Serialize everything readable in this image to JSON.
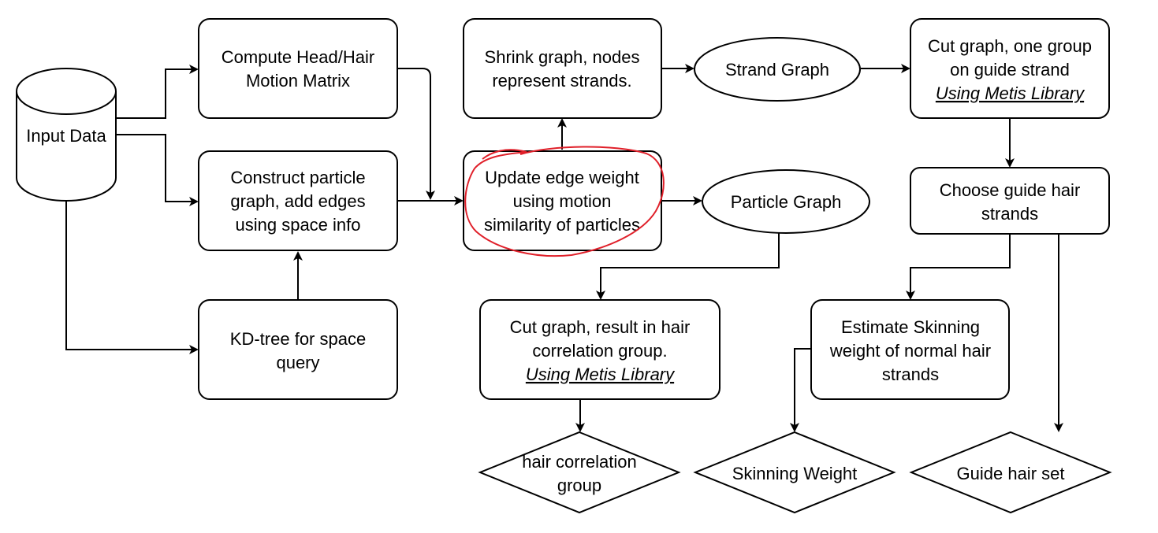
{
  "nodes": {
    "input_data": {
      "lines": [
        "Input Data"
      ]
    },
    "compute_motion": {
      "lines": [
        "Compute Head/Hair",
        "Motion Matrix"
      ]
    },
    "construct_graph": {
      "lines": [
        "Construct particle",
        "graph, add edges",
        "using space info"
      ]
    },
    "kd_tree": {
      "lines": [
        "KD-tree for space",
        "query"
      ]
    },
    "shrink_graph": {
      "lines": [
        "Shrink graph, nodes",
        "represent strands."
      ]
    },
    "update_weight": {
      "lines": [
        "Update edge weight",
        "using motion",
        "similarity of particles"
      ]
    },
    "strand_graph": {
      "lines": [
        "Strand Graph"
      ]
    },
    "particle_graph": {
      "lines": [
        "Particle Graph"
      ]
    },
    "cut_graph_guide": {
      "lines": [
        "Cut graph, one group",
        "on guide strand"
      ],
      "link": "Using Metis Library"
    },
    "choose_guide": {
      "lines": [
        "Choose guide hair",
        "strands"
      ]
    },
    "cut_graph_corr": {
      "lines": [
        "Cut graph, result in hair",
        "correlation group."
      ],
      "link": "Using Metis Library"
    },
    "estimate_skin": {
      "lines": [
        "Estimate Skinning",
        "weight of normal hair",
        "strands"
      ]
    },
    "hair_corr_group": {
      "lines": [
        "hair correlation",
        "group"
      ]
    },
    "skinning_weight": {
      "lines": [
        "Skinning Weight"
      ]
    },
    "guide_hair_set": {
      "lines": [
        "Guide hair set"
      ]
    }
  },
  "colors": {
    "stroke": "#000000",
    "fill": "#ffffff",
    "annotation": "#e0202a"
  }
}
